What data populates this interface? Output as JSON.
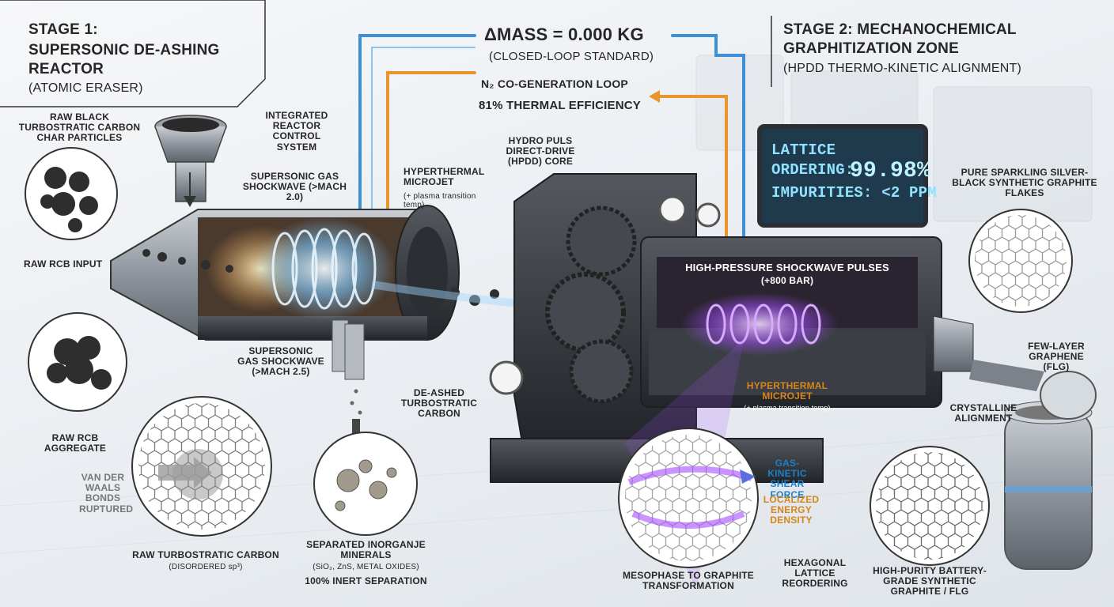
{
  "stage1": {
    "title_line1": "STAGE 1:",
    "title_line2": "SUPERSONIC DE-ASHING",
    "title_line3": "REACTOR",
    "subtitle": "(ATOMIC ERASER)"
  },
  "stage2": {
    "title_line1": "STAGE 2: MECHANOCHEMICAL",
    "title_line2": "GRAPHITIZATION ZONE",
    "subtitle": "(HPDD THERMO-KINETIC ALIGNMENT)"
  },
  "top": {
    "mass": "ΔMASS = 0.000 KG",
    "mass_sub": "(CLOSED-LOOP STANDARD)",
    "n2_loop": "N₂ CO-GENERATION LOOP",
    "efficiency": "81% THERMAL EFFICIENCY"
  },
  "screen": {
    "line1": "LATTICE",
    "line2_label": "ORDERING:",
    "line2_value": "99.98%",
    "line3": "IMPURITIES: <2 PPM"
  },
  "labels": {
    "raw_black": "RAW BLACK TURBOSTRATIC CARBON CHAR PARTICLES",
    "control_system": "INTEGRATED REACTOR CONTROL SYSTEM",
    "shockwave_top": "SUPERSONIC GAS SHOCKWAVE (>MACH 2.0)",
    "microjet_top": "HYPERTHERMAL MICROJET",
    "microjet_top_note": "(+ plasma transition temp)",
    "raw_input": "RAW rCB INPUT",
    "shockwave_bottom": "SUPERSONIC GAS SHOCKWAVE (>MACH 2.5)",
    "deashed": "DE-ASHED TURBOSTRATIC CARBON",
    "raw_aggregate": "RAW rCB AGGREGATE",
    "van_der_waals": "VAN DER WAALS BONDS RUPTURED",
    "raw_turbo": "RAW TURBOSTRATIC CARBON",
    "raw_turbo_note": "(DISORDERED sp³)",
    "separated": "SEPARATED INORGANJE MINERALS",
    "separated_note": "(SiO₂, ZnS, METAL OXIDES)",
    "inert": "100% INERT SEPARATION",
    "hpdd": "HYDRO PULS DIRECT-DRIVE (HPDD) CORE",
    "pulses": "HIGH-PRESSURE SHOCKWAVE PULSES",
    "pulses_note": "(+800 BAR)",
    "microjet_mid": "HYPERTHERMAL MICROJET",
    "microjet_mid_note": "(+ plasma transition temp)",
    "gas_kinetic": "GAS-KINETIC SHEAR FORCE",
    "localized": "LOCALIZED ENERGY DENSITY",
    "mesophase": "MESOPHASE TO GRAPHITE TRANSFORMATION",
    "hexagonal": "HEXAGONAL LATTICE REORDERING",
    "pure_sparkling": "PURE SPARKLING SILVER-BLACK SYNTHETIC GRAPHITE FLAKES",
    "few_layer": "FEW-LAYER GRAPHENE (FLG)",
    "crystalline": "CRYSTALLINE ALIGNMENT",
    "high_purity": "HIGH-PURITY BATTERY-GRADE SYNTHETIC GRAPHITE / FLG"
  },
  "colors": {
    "blue_loop": "#3d8fd6",
    "orange_loop": "#e8962b",
    "plasma": "#a54cff",
    "machine": "#3a3d42",
    "screen_bg": "#1f3a4d"
  }
}
